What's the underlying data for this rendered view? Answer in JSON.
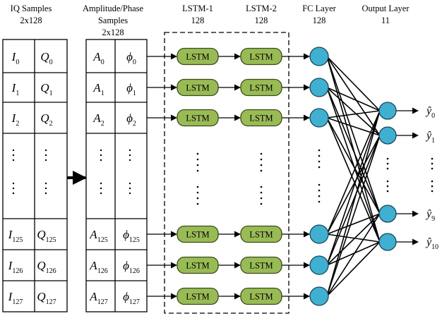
{
  "headers": {
    "iq": [
      "IQ Samples",
      "2x128"
    ],
    "ap": [
      "Amplitude/Phase",
      "Samples",
      "2x128"
    ],
    "lstm1": [
      "LSTM-1",
      "128"
    ],
    "lstm2": [
      "LSTM-2",
      "128"
    ],
    "fc": [
      "FC Layer",
      "128"
    ],
    "out": [
      "Output Layer",
      "11"
    ]
  },
  "iq_rows": [
    {
      "a": "I",
      "as": "0",
      "b": "Q",
      "bs": "0"
    },
    {
      "a": "I",
      "as": "1",
      "b": "Q",
      "bs": "1"
    },
    {
      "a": "I",
      "as": "2",
      "b": "Q",
      "bs": "2"
    },
    {
      "a": "I",
      "as": "125",
      "b": "Q",
      "bs": "125"
    },
    {
      "a": "I",
      "as": "126",
      "b": "Q",
      "bs": "126"
    },
    {
      "a": "I",
      "as": "127",
      "b": "Q",
      "bs": "127"
    }
  ],
  "ap_rows": [
    {
      "a": "A",
      "as": "0",
      "b": "ϕ",
      "bs": "0"
    },
    {
      "a": "A",
      "as": "1",
      "b": "ϕ",
      "bs": "1"
    },
    {
      "a": "A",
      "as": "2",
      "b": "ϕ",
      "bs": "2"
    },
    {
      "a": "A",
      "as": "125",
      "b": "ϕ",
      "bs": "125"
    },
    {
      "a": "A",
      "as": "126",
      "b": "ϕ",
      "bs": "126"
    },
    {
      "a": "A",
      "as": "127",
      "b": "ϕ",
      "bs": "127"
    }
  ],
  "lstm_label": "LSTM",
  "outputs": [
    {
      "sym": "ŷ",
      "sub": "0"
    },
    {
      "sym": "ŷ",
      "sub": "1"
    },
    {
      "sym": "ŷ",
      "sub": "9"
    },
    {
      "sym": "ŷ",
      "sub": "10"
    }
  ],
  "colors": {
    "lstm_fill": "#99bb55",
    "lstm_stroke": "#3a4a1c",
    "node_fill": "#3fb0d2",
    "node_stroke": "#1a4656",
    "line": "#000000"
  }
}
